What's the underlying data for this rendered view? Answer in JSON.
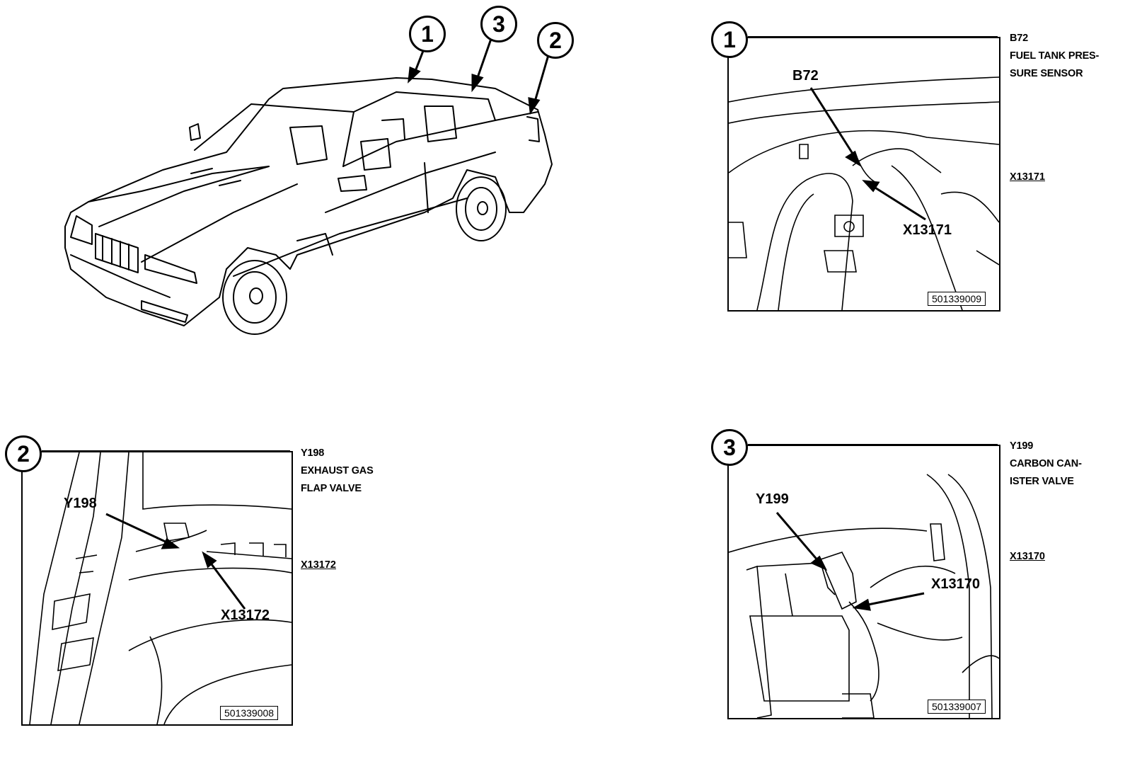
{
  "overview": {
    "callouts": [
      {
        "number": "1"
      },
      {
        "number": "3"
      },
      {
        "number": "2"
      }
    ]
  },
  "panels": [
    {
      "number": "1",
      "label_component": "B72",
      "label_connector": "X13171",
      "figure_code": "501339009",
      "side_note_lines": [
        "B72",
        "FUEL TANK PRES-",
        "SURE SENSOR"
      ],
      "side_ref": "X13171"
    },
    {
      "number": "2",
      "label_component": "Y198",
      "label_connector": "X13172",
      "figure_code": "501339008",
      "side_note_lines": [
        "Y198",
        "EXHAUST GAS",
        "FLAP VALVE"
      ],
      "side_ref": "X13172"
    },
    {
      "number": "3",
      "label_component": "Y199",
      "label_connector": "X13170",
      "figure_code": "501339007",
      "side_note_lines": [
        "Y199",
        "CARBON CAN-",
        "ISTER VALVE"
      ],
      "side_ref": "X13170"
    }
  ]
}
